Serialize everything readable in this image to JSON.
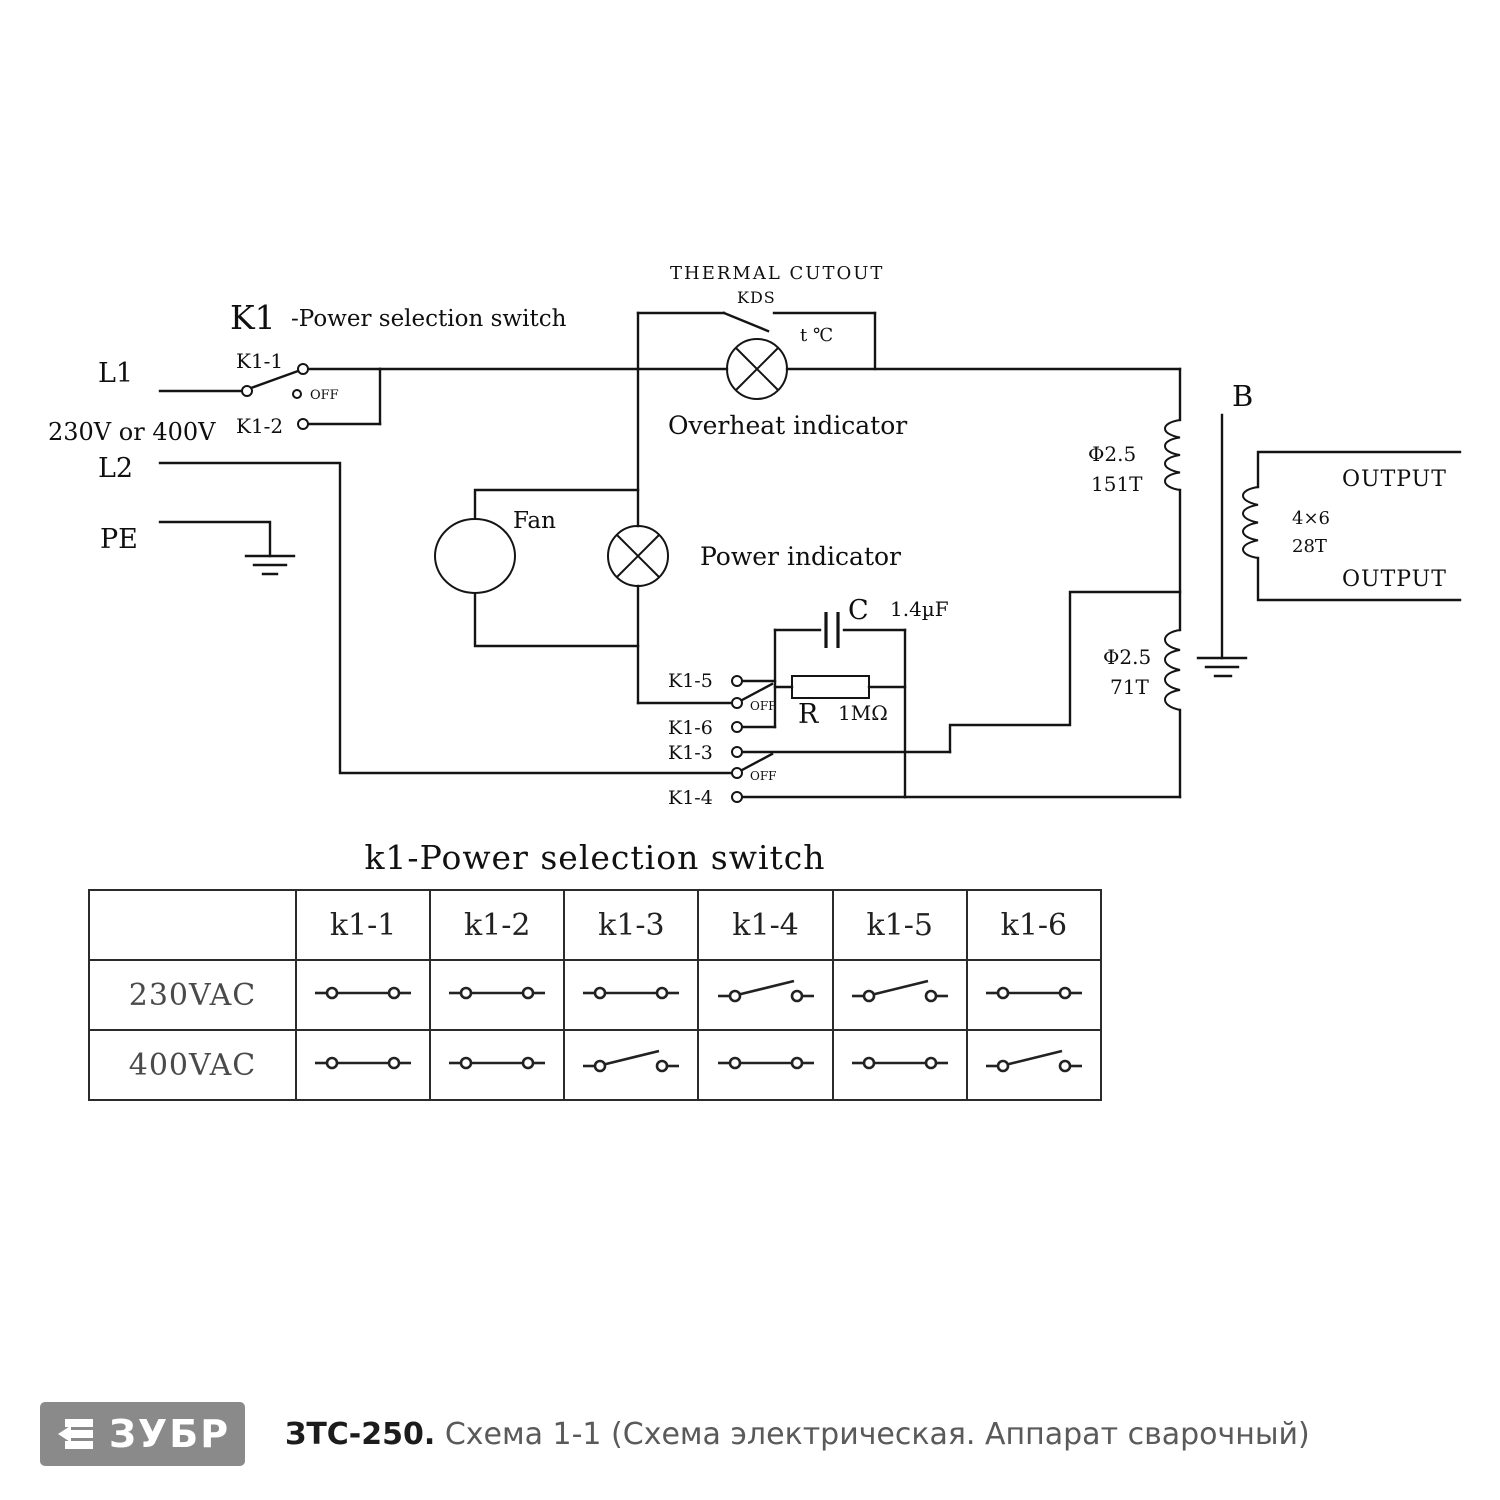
{
  "schematic": {
    "thermal_cutout_label": "THERMAL CUTOUT",
    "kds_label": "KDS",
    "temp_label": "t ℃",
    "k1_title": "K1",
    "k1_subtitle": "-Power selection switch",
    "l1_label": "L1",
    "k1_1_label": "K1-1",
    "off_label_1": "OFF",
    "k1_2_label": "K1-2",
    "voltage_label": "230V or 400V",
    "l2_label": "L2",
    "pe_label": "PE",
    "fan_label": "Fan",
    "overheat_label": "Overheat indicator",
    "power_label": "Power indicator",
    "cap_label": "C",
    "cap_value": "1.4µF",
    "k1_5_label": "K1-5",
    "off_label_2": "OFF",
    "res_label": "R",
    "res_value": "1MΩ",
    "k1_6_label": "K1-6",
    "k1_3_label": "K1-3",
    "off_label_3": "OFF",
    "k1_4_label": "K1-4",
    "primary_wire": "Φ2.5",
    "primary_turns": "151T",
    "b_label": "B",
    "secondary_size": "4×6",
    "secondary_turns": "28T",
    "output_top": "OUTPUT",
    "output_bottom": "OUTPUT",
    "aux_wire": "Φ2.5",
    "aux_turns": "71T"
  },
  "table": {
    "title": "k1-Power selection switch",
    "col_headers": [
      "k1-1",
      "k1-2",
      "k1-3",
      "k1-4",
      "k1-5",
      "k1-6"
    ],
    "rows": [
      {
        "label": "230VAC",
        "states": [
          "closed",
          "closed",
          "closed",
          "open",
          "open",
          "closed"
        ]
      },
      {
        "label": "400VAC",
        "states": [
          "closed",
          "closed",
          "open",
          "closed",
          "closed",
          "open"
        ]
      }
    ]
  },
  "footer": {
    "logo_text": "ЗУБР",
    "model": "ЗТС-250.",
    "title": "Схема 1-1 (Схема электрическая. Аппарат сварочный)"
  }
}
